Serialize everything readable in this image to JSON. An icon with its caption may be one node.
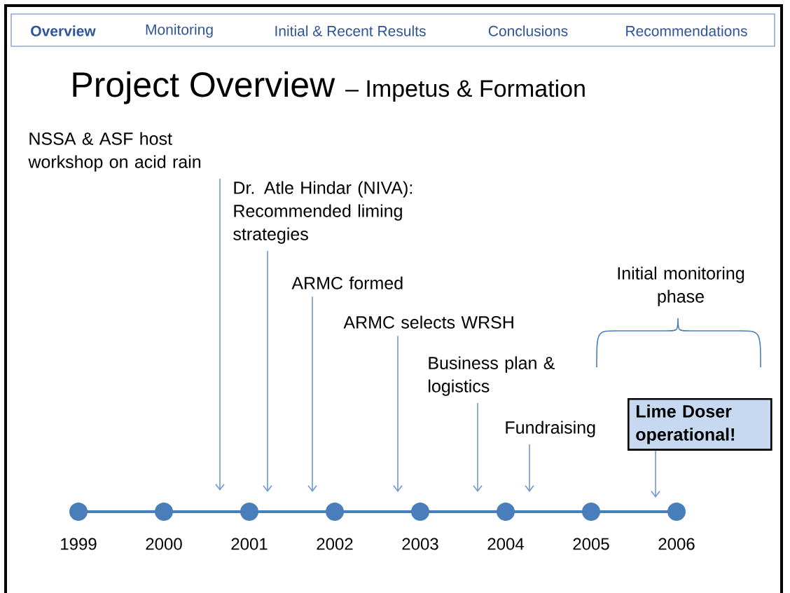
{
  "diagram": {
    "title": "Project Overview",
    "nodes": [
      {
        "text": [
          "NSSA & ASF host workshop on acid rain"
        ]
      },
      {
        "text": [
          "Dr. Atle Hindar (NIVA): Recommended liming strategies"
        ]
      },
      {
        "text": [
          "ARMC formed"
        ]
      },
      {
        "text": [
          "ARMC selects WRSH"
        ]
      },
      {
        "text": [
          "Business plan & logistics"
        ]
      },
      {
        "text": [
          "Fundraising"
        ]
      },
      {
        "text": [
          "Lime Doser operational!"
        ]
      },
      {
        "text": [
          "Initial monitoring phase"
        ]
      }
    ],
    "edges": [
      {
        "from": 0,
        "to": null,
        "arrow": "to"
      },
      {
        "from": 1,
        "to": null,
        "arrow": "to"
      },
      {
        "from": 2,
        "to": null,
        "arrow": "to"
      },
      {
        "from": 3,
        "to": null,
        "arrow": "to"
      },
      {
        "from": 4,
        "to": null,
        "arrow": "to"
      },
      {
        "from": 5,
        "to": null,
        "arrow": "to"
      },
      {
        "from": 6,
        "to": null,
        "arrow": "to"
      }
    ],
    "labels": [
      "Overview",
      "Monitoring",
      "Initial & Recent Results",
      "Conclusions",
      "Recommendations",
      "– Impetus & Formation",
      "1999",
      "2000",
      "2001",
      "2002",
      "2003",
      "2004",
      "2005",
      "2006"
    ]
  }
}
